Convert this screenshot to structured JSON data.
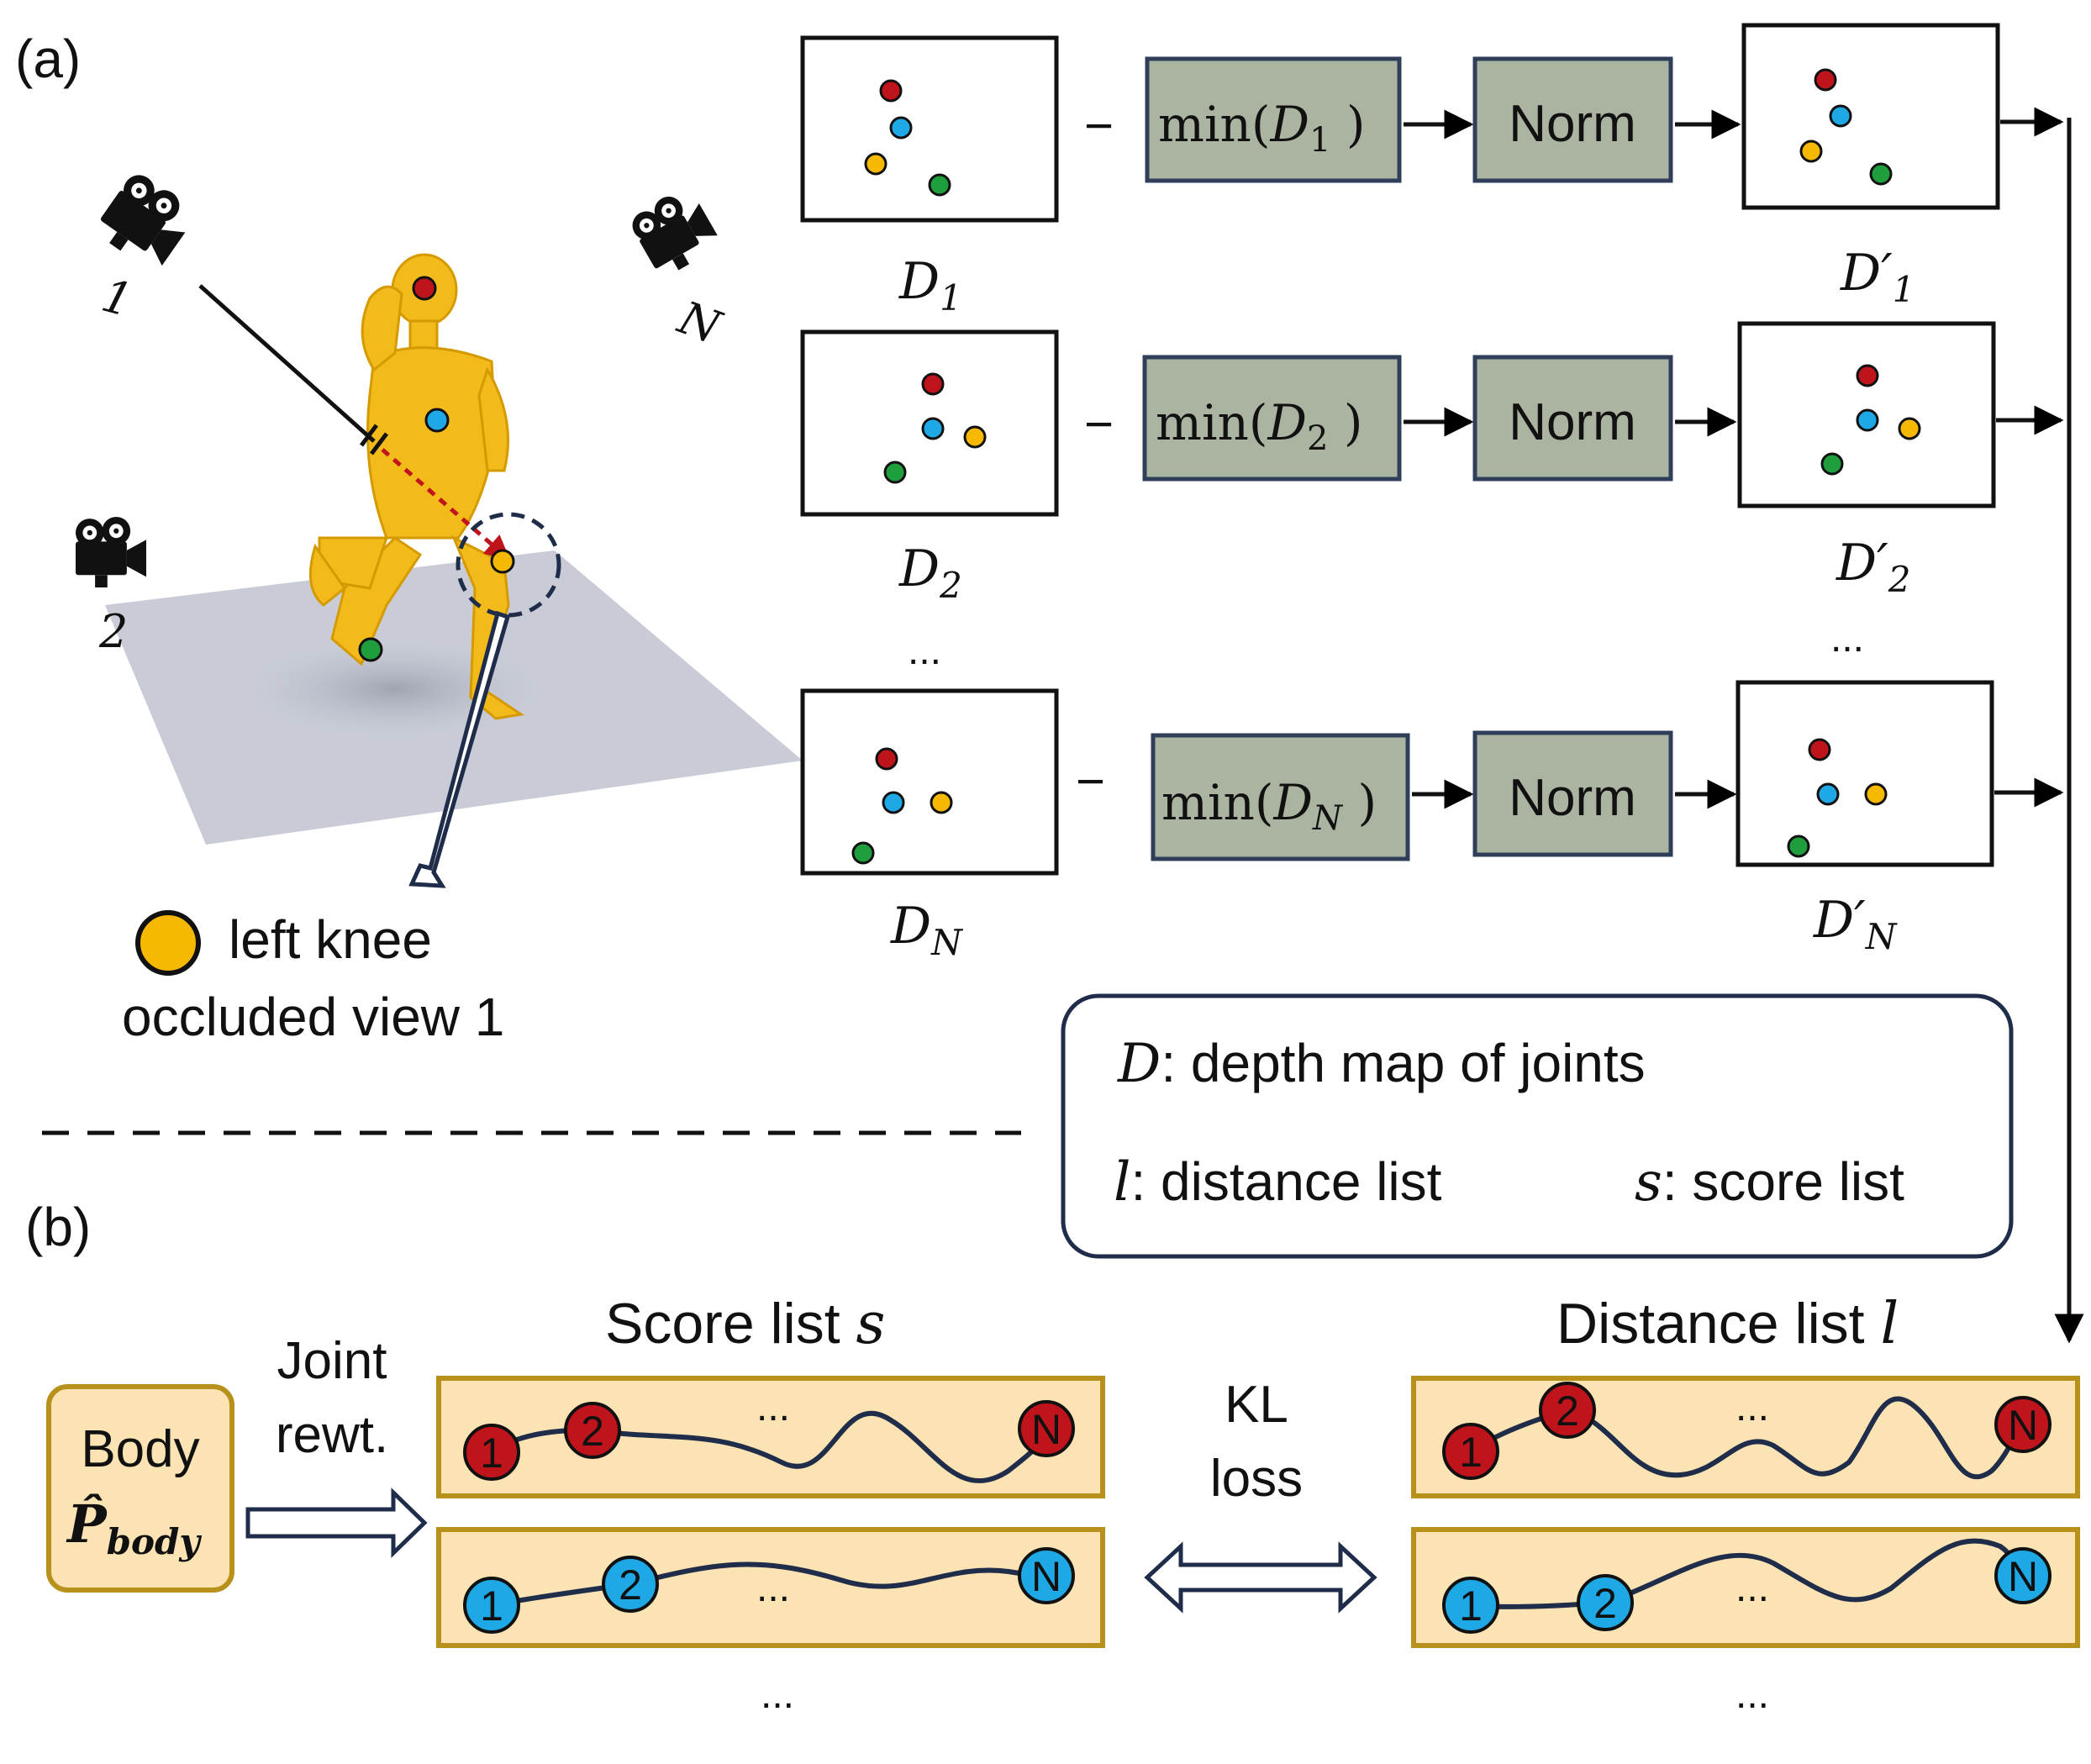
{
  "panel_a": {
    "label": "(a)",
    "camera_labels": [
      "1",
      "2",
      "N"
    ],
    "legend": {
      "joint": "left knee",
      "note": "occluded view 1"
    },
    "rows": [
      {
        "depth_name": "D",
        "depth_sub": "1",
        "min_text": "min(",
        "min_close": " )",
        "norm_label": "Norm",
        "out_name": "D′",
        "out_sub": "1"
      },
      {
        "depth_name": "D",
        "depth_sub": "2",
        "min_text": "min(",
        "min_close": " )",
        "norm_label": "Norm",
        "out_name": "D′",
        "out_sub": "2"
      },
      {
        "depth_name": "D",
        "depth_sub": "N",
        "min_text": "min(",
        "min_close": " )",
        "norm_label": "Norm",
        "out_name": "D′",
        "out_sub": "N"
      }
    ],
    "minus_sign": "−",
    "ellipsis": "...",
    "key_box": {
      "d_symbol": "D",
      "d_text": ": depth map of joints",
      "l_symbol": "l",
      "l_text": ": distance list",
      "s_symbol": "s",
      "s_text": ": score list"
    }
  },
  "panel_b": {
    "label": "(b)",
    "body_box": {
      "line1": "Body",
      "symbol": "P̂",
      "subscript": "body"
    },
    "arrow_label": {
      "line1": "Joint",
      "line2": "rewt."
    },
    "score_title": {
      "text": "Score list ",
      "symbol": "s"
    },
    "distance_title": {
      "text": "Distance list ",
      "symbol": "l"
    },
    "kl_label": {
      "line1": "KL",
      "line2": "loss"
    },
    "node_labels": [
      "1",
      "2",
      "N"
    ],
    "ellipsis": "..."
  },
  "colors": {
    "box_fill": "#aab4a0",
    "box_stroke": "#2f3f5a",
    "list_fill": "#fbe3b4",
    "list_stroke": "#b8901c",
    "joint_red": "#c0141c",
    "joint_blue": "#1ea8e6",
    "joint_yellow": "#f6b800",
    "joint_green": "#1e9e3c",
    "body_yellow": "#f2bb1a",
    "curve": "#1f2d4a"
  }
}
